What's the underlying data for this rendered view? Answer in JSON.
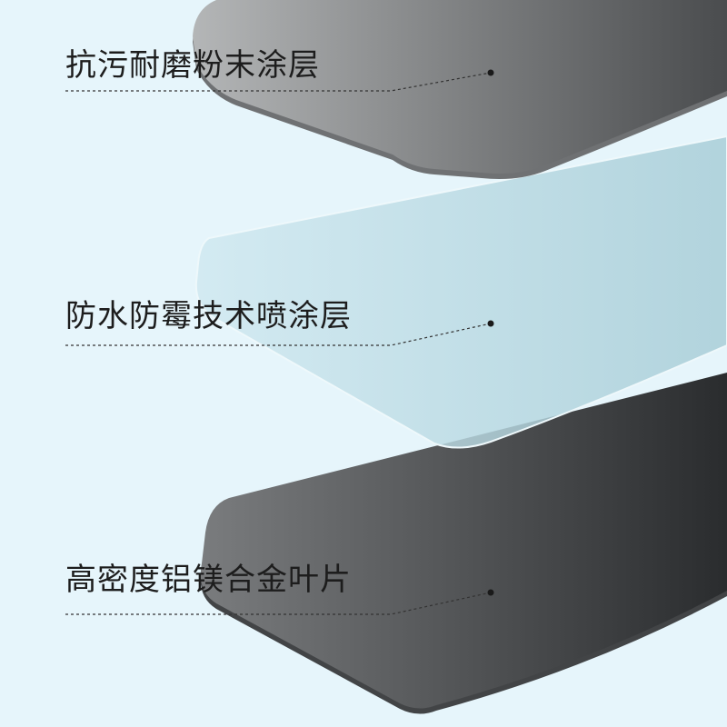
{
  "layers": [
    {
      "label": "抗污耐磨粉末涂层",
      "colors": {
        "light": "#b4b6b7",
        "dark": "#4a4c4e",
        "edge": "#6f7173"
      }
    },
    {
      "label": "防水防霉技术喷涂层",
      "colors": {
        "light": "#cfe8f0",
        "dark": "#a6ccd6",
        "edge": "#eef8fb"
      }
    },
    {
      "label": "高密度铝镁合金叶片",
      "colors": {
        "light": "#7a7c7e",
        "dark": "#2a2c2e",
        "edge": "#424446"
      }
    }
  ],
  "background": "#e6f5fb",
  "leader_color": "#333333"
}
